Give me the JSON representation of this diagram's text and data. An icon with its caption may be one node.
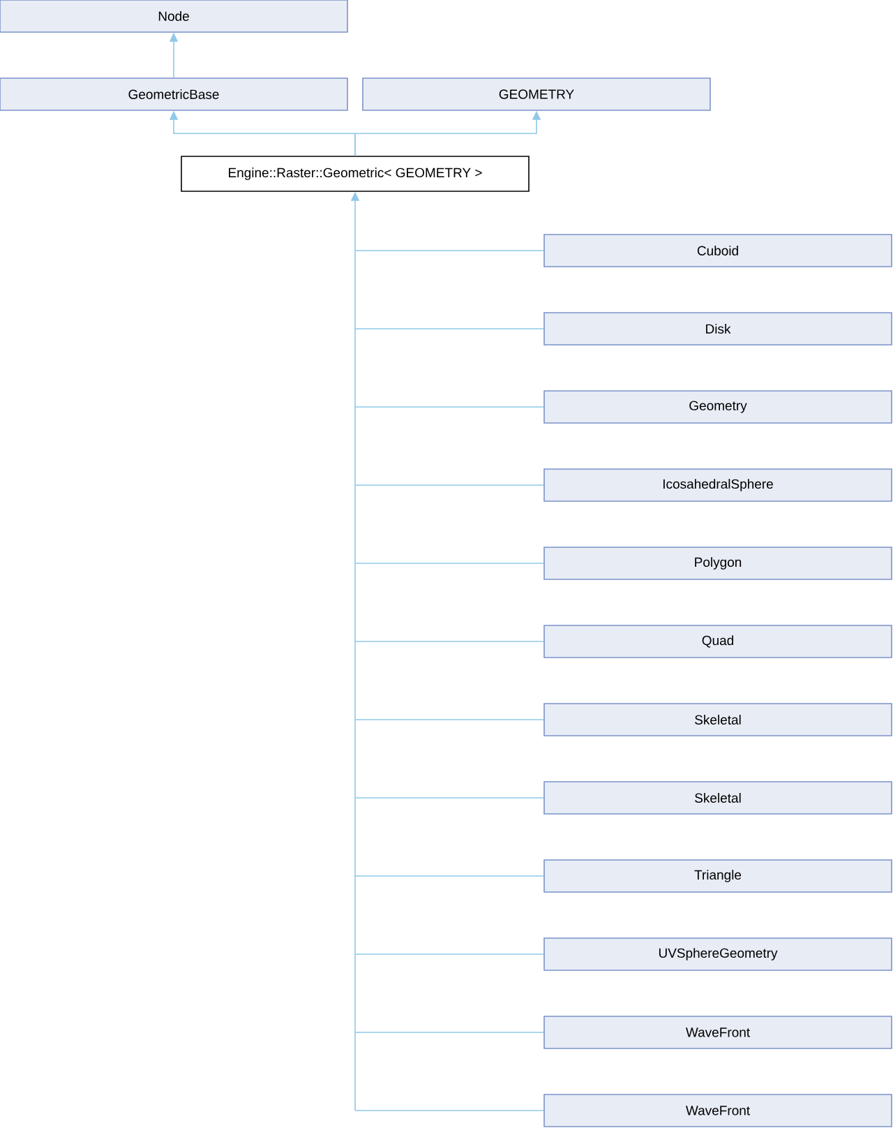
{
  "diagram": {
    "nodes": [
      {
        "text": [
          "Node"
        ]
      },
      {
        "text": [
          "GeometricBase"
        ]
      },
      {
        "text": [
          "GEOMETRY"
        ]
      },
      {
        "text": [
          "Engine::Raster::Geometric< GEOMETRY >"
        ]
      },
      {
        "text": [
          "Cuboid"
        ]
      },
      {
        "text": [
          "Disk"
        ]
      },
      {
        "text": [
          "Geometry"
        ]
      },
      {
        "text": [
          "IcosahedralSphere"
        ]
      },
      {
        "text": [
          "Polygon"
        ]
      },
      {
        "text": [
          "Quad"
        ]
      },
      {
        "text": [
          "Skeletal"
        ]
      },
      {
        "text": [
          "Skeletal"
        ]
      },
      {
        "text": [
          "Triangle"
        ]
      },
      {
        "text": [
          "UVSphereGeometry"
        ]
      },
      {
        "text": [
          "WaveFront"
        ]
      },
      {
        "text": [
          "WaveFront"
        ]
      }
    ],
    "edges": [
      {
        "from": 1,
        "to": 0,
        "arrow": "to"
      },
      {
        "from": 3,
        "to": 1,
        "arrow": "to"
      },
      {
        "from": 3,
        "to": 2,
        "arrow": "to"
      },
      {
        "from": 4,
        "to": 3,
        "arrow": "to"
      },
      {
        "from": 5,
        "to": 3,
        "arrow": "to"
      },
      {
        "from": 6,
        "to": 3,
        "arrow": "to"
      },
      {
        "from": 7,
        "to": 3,
        "arrow": "to"
      },
      {
        "from": 8,
        "to": 3,
        "arrow": "to"
      },
      {
        "from": 9,
        "to": 3,
        "arrow": "to"
      },
      {
        "from": 10,
        "to": 3,
        "arrow": "to"
      },
      {
        "from": 11,
        "to": 3,
        "arrow": "to"
      },
      {
        "from": 12,
        "to": 3,
        "arrow": "to"
      },
      {
        "from": 13,
        "to": 3,
        "arrow": "to"
      },
      {
        "from": 14,
        "to": 3,
        "arrow": "to"
      },
      {
        "from": 15,
        "to": 3,
        "arrow": "to"
      }
    ]
  }
}
